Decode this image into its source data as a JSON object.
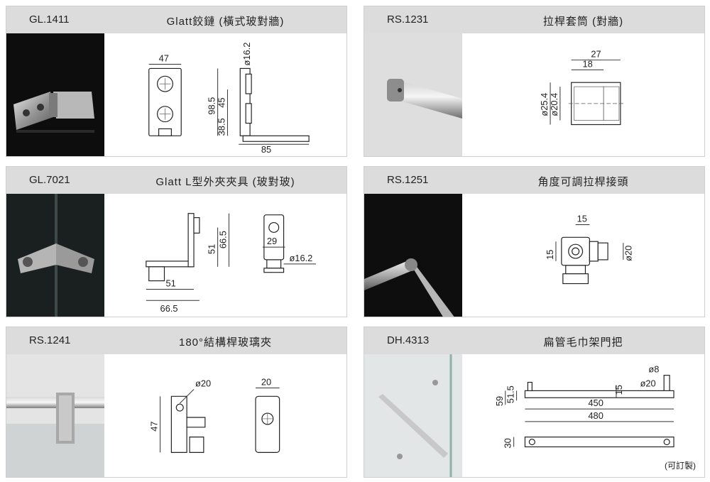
{
  "products": [
    {
      "code": "GL.1411",
      "title": "Glatt鉸鏈 (橫式玻對牆)",
      "dims": [
        "47",
        "ø16.2",
        "98.5",
        "45",
        "38.5",
        "85"
      ]
    },
    {
      "code": "RS.1231",
      "title": "拉桿套筒 (對牆)",
      "dims": [
        "27",
        "18",
        "ø25.4",
        "ø20.4"
      ]
    },
    {
      "code": "GL.7021",
      "title": "Glatt L型外夾夾具 (玻對玻)",
      "dims": [
        "66.5",
        "51",
        "51",
        "66.5",
        "29",
        "ø16.2"
      ]
    },
    {
      "code": "RS.1251",
      "title": "角度可調拉桿接頭",
      "dims": [
        "15",
        "15",
        "ø20"
      ]
    },
    {
      "code": "RS.1241",
      "title": "180°結構桿玻璃夾",
      "dims": [
        "ø20",
        "47",
        "20"
      ]
    },
    {
      "code": "DH.4313",
      "title": "扁管毛巾架門把",
      "dims": [
        "59",
        "51.5",
        "15",
        "ø8",
        "ø20",
        "450",
        "480",
        "30"
      ],
      "note": "(可訂製)"
    }
  ]
}
